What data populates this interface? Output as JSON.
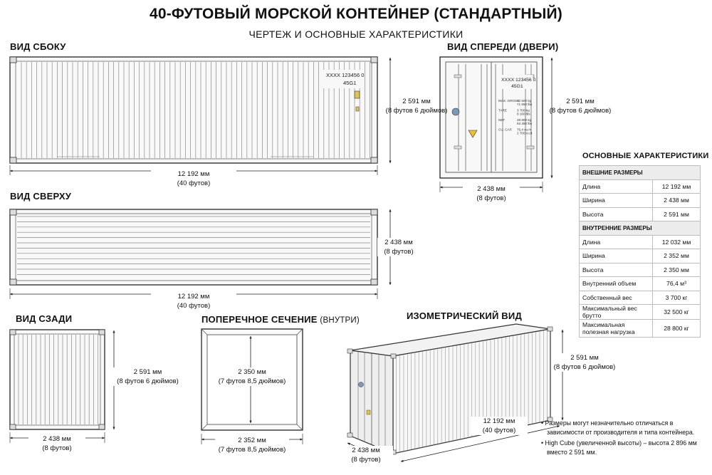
{
  "header": {
    "title": "40-ФУТОВЫЙ МОРСКОЙ КОНТЕЙНЕР (СТАНДАРТНЫЙ)",
    "subtitle": "ЧЕРТЕЖ И ОСНОВНЫЕ ХАРАКТЕРИСТИКИ"
  },
  "side_view": {
    "label": "ВИД СБОКУ",
    "code_line1": "XXXX 123456 0",
    "code_line2": "45G1",
    "height_mm": "2 591 мм",
    "height_ft": "(8 футов 6 дюймов)",
    "length_mm": "12 192 мм",
    "length_ft": "(40 футов)"
  },
  "front_view": {
    "label": "ВИД СПЕРЕДИ (ДВЕРИ)",
    "code_line1": "XXXX 123456 0",
    "code_line2": "45G1",
    "plate": [
      {
        "k": "MAX. GROSS",
        "v1": "32 500 kg",
        "v2": "71 650 lbs"
      },
      {
        "k": "TARE",
        "v1": "3 700 kg",
        "v2": "8 160 lbs"
      },
      {
        "k": "NET",
        "v1": "28 800 kg",
        "v2": "63 490 lbs"
      },
      {
        "k": "CU. CAP.",
        "v1": "76,4 cu.m",
        "v2": "2 700 cu.ft"
      }
    ],
    "height_mm": "2 591 мм",
    "height_ft": "(8 футов 6 дюймов)",
    "width_mm": "2 438 мм",
    "width_ft": "(8 футов)"
  },
  "top_view": {
    "label": "ВИД СВЕРХУ",
    "width_mm": "2 438 мм",
    "width_ft": "(8 футов)",
    "length_mm": "12 192 мм",
    "length_ft": "(40 футов)"
  },
  "rear_view": {
    "label": "ВИД СЗАДИ",
    "height_mm": "2 591 мм",
    "height_ft": "(8 футов 6 дюймов)",
    "width_mm": "2 438 мм",
    "width_ft": "(8 футов)"
  },
  "cross_section": {
    "label": "ПОПЕРЕЧНОЕ СЕЧЕНИЕ",
    "label_suffix": "(ВНУТРИ)",
    "height_mm": "2 350 мм",
    "height_ft": "(7 футов 8,5 дюймов)",
    "width_mm": "2 352 мм",
    "width_ft": "(7 футов 8,5 дюймов)"
  },
  "iso_view": {
    "label": "ИЗОМЕТРИЧЕСКИЙ ВИД",
    "height_mm": "2 591 мм",
    "height_ft": "(8 футов 6 дюймов)",
    "length_mm": "12 192 мм",
    "length_ft": "(40 футов)",
    "width_mm": "2 438 мм",
    "width_ft": "(8 футов)"
  },
  "specs": {
    "title": "ОСНОВНЫЕ ХАРАКТЕРИСТИКИ",
    "external_header": "ВНЕШНИЕ РАЗМЕРЫ",
    "external": [
      {
        "label": "Длина",
        "value": "12 192 мм"
      },
      {
        "label": "Ширина",
        "value": "2 438 мм"
      },
      {
        "label": "Высота",
        "value": "2 591 мм"
      }
    ],
    "internal_header": "ВНУТРЕННИЕ РАЗМЕРЫ",
    "internal": [
      {
        "label": "Длина",
        "value": "12 032 мм"
      },
      {
        "label": "Ширина",
        "value": "2 352 мм"
      },
      {
        "label": "Высота",
        "value": "2 350 мм"
      },
      {
        "label": "Внутренний объем",
        "value": "76,4 м³"
      },
      {
        "label": "Собственный вес",
        "value": "3 700 кг"
      },
      {
        "label": "Максимальный вес брутто",
        "value": "32 500 кг"
      },
      {
        "label": "Максимальная полезная нагрузка",
        "value": "28 800 кг"
      }
    ]
  },
  "notes": [
    "• Размеры могут незначительно отличаться в зависимости от производителя и типа контейнера.",
    "• High Cube (увеличенной высоты) – высота 2 896 мм вместо 2 591 мм."
  ]
}
